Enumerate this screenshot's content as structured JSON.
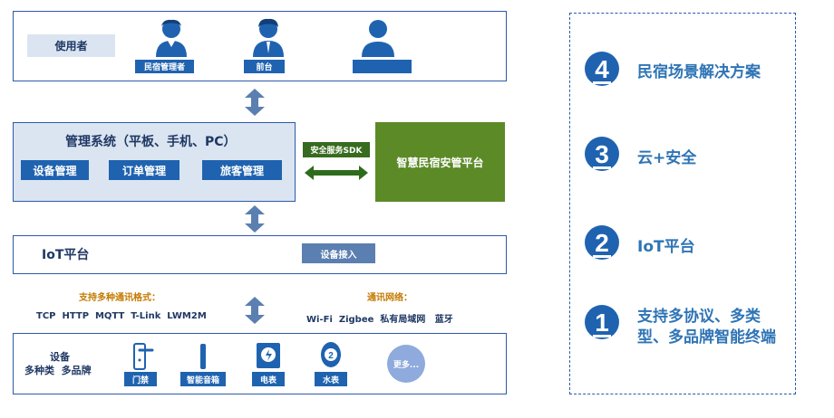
{
  "users": {
    "title": "使用者",
    "roles": [
      "民宿管理者",
      "前台",
      ""
    ]
  },
  "management": {
    "title": "管理系统（平板、手机、PC）",
    "buttons": [
      "设备管理",
      "订单管理",
      "旅客管理"
    ]
  },
  "sdk_label": "安全服务SDK",
  "platform_label": "智慧民宿安管平台",
  "iot": {
    "title": "IoT平台",
    "access": "设备接入"
  },
  "protocols": {
    "title": "支持多种通讯格式：",
    "items": "TCP  HTTP  MQTT  T-Link  LWM2M"
  },
  "networks": {
    "title": "通讯网络：",
    "items": "Wi-Fi  Zigbee  私有局域网   蓝牙"
  },
  "devices": {
    "title_line1": "设备",
    "title_line2": "多种类  多品牌",
    "items": [
      "门禁",
      "智能音箱",
      "电表",
      "水表"
    ],
    "more": "更多..."
  },
  "features": [
    {
      "number": "4",
      "label": "民宿场景解决方案"
    },
    {
      "number": "3",
      "label": "云+安全"
    },
    {
      "number": "2",
      "label": "IoT平台"
    },
    {
      "number": "1",
      "label_line1": "支持多协议、多类",
      "label_line2": "型、多品牌智能终端"
    }
  ],
  "colors": {
    "blue": "#1f63b0",
    "light_blue": "#dbe5f1",
    "green": "#5c8a27",
    "dark_green": "#376b1f",
    "arrow": "#5b7fb0",
    "accent_text": "#2e74b5"
  }
}
